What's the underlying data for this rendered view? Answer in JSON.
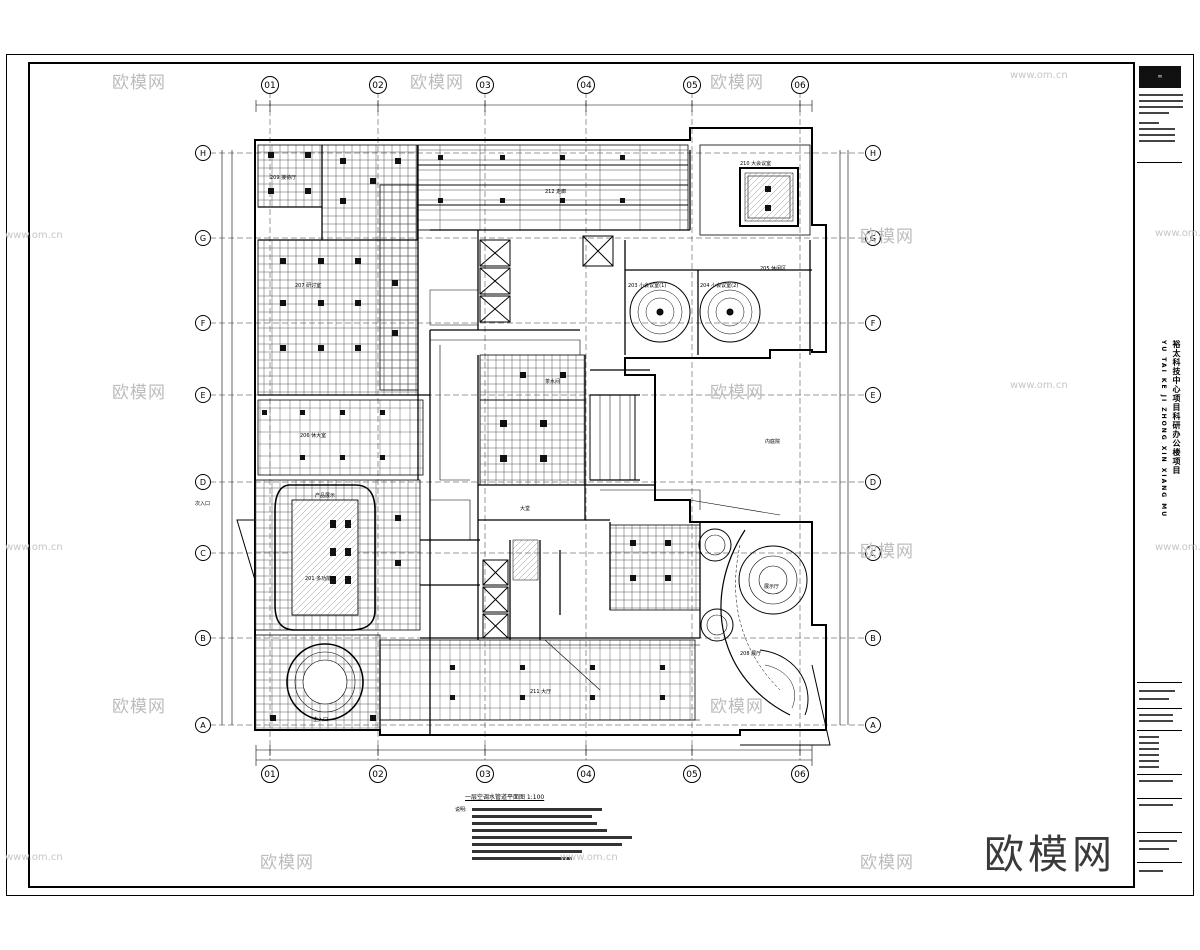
{
  "drawing": {
    "title": "一层空调水管道平面图 1:100",
    "project_name": "裕太科技中心项目科研办公楼项目",
    "project_pinyin": "YU TAI KE JI ZHONG XIN XIANG MU",
    "brand": "欧模网",
    "watermark_text": "欧模网",
    "watermark_url": "www.om.cn",
    "title_block_logo": "∞"
  },
  "grid": {
    "columns": [
      "01",
      "02",
      "03",
      "04",
      "05",
      "06"
    ],
    "rows": [
      "H",
      "G",
      "F",
      "E",
      "D",
      "C",
      "B",
      "A"
    ]
  },
  "rooms": {
    "r_top_left": "209 接待厅",
    "r_left_mid": "207 研讨室",
    "r_left_mid2": "206 休大室",
    "r_corridor": "212 走廊",
    "r_big_meeting": "210 大会议室",
    "r_meeting1": "203 小会议室(1)",
    "r_meeting2": "204 小会议室(2)",
    "r_lounge": "205 休闲区",
    "r_courtyard": "内庭院",
    "r_product": "产品展示",
    "r_reception": "201 多功能厅",
    "r_hall": "211 大厅",
    "r_entry": "主入口",
    "r_exhibit": "展示厅",
    "r_exhibit2": "208 展厅",
    "r_lobby": "大堂",
    "r_pantry": "茶水间",
    "r_entry_left": "次入口"
  },
  "notes": {
    "heading": "说明:"
  },
  "colors": {
    "line": "#000000",
    "fill_dark": "#111111",
    "grid_tile": "#555555",
    "watermark": "#bcbcbc"
  }
}
